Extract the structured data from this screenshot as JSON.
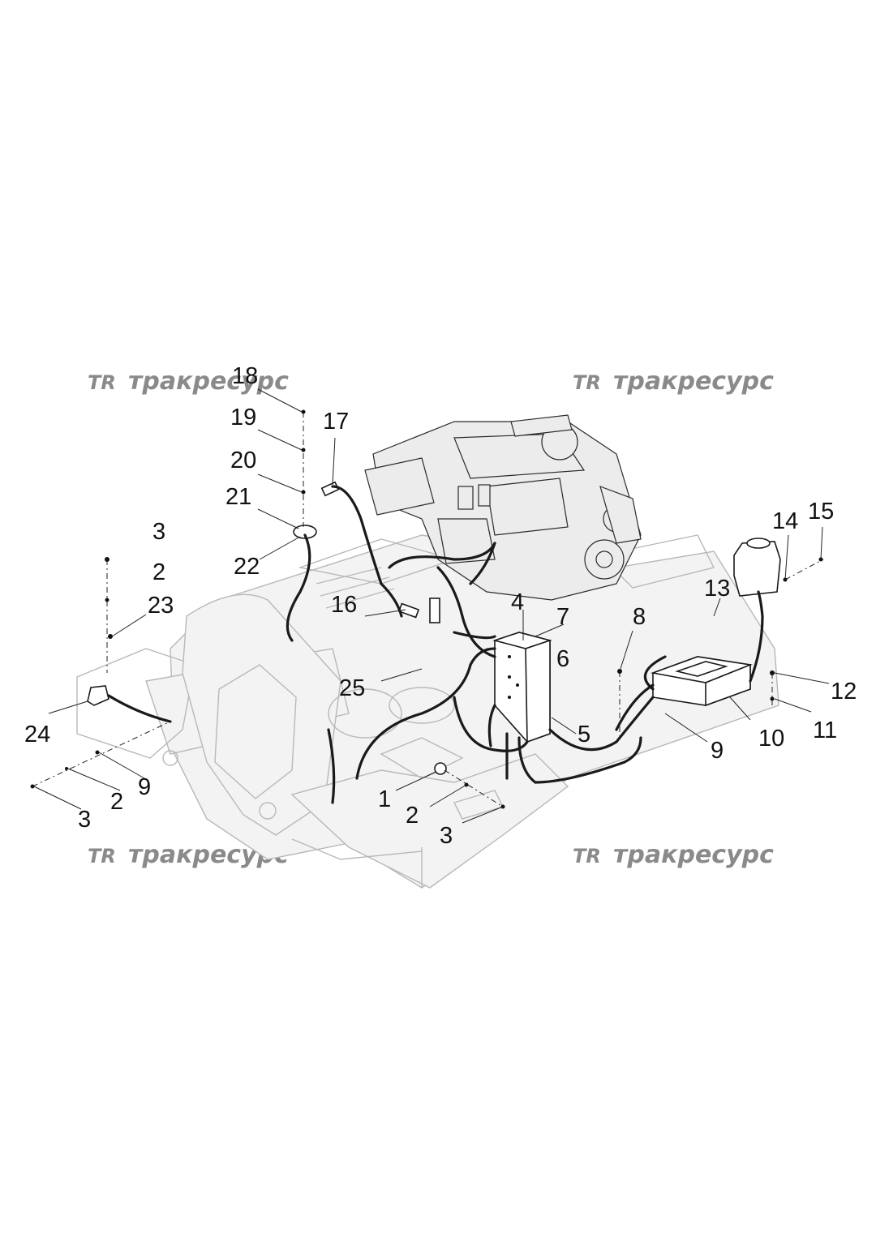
{
  "watermarks": [
    {
      "mark": "TR",
      "text": "тракресурс"
    },
    {
      "mark": "TR",
      "text": "тракресурс"
    },
    {
      "mark": "TR",
      "text": "тракресурс"
    },
    {
      "mark": "TR",
      "text": "тракресурс"
    }
  ],
  "callouts": [
    "18",
    "19",
    "20",
    "17",
    "21",
    "3",
    "22",
    "2",
    "23",
    "16",
    "4",
    "7",
    "8",
    "6",
    "12",
    "25",
    "14",
    "15",
    "13",
    "24",
    "5",
    "10",
    "11",
    "9",
    "9",
    "2",
    "1",
    "2",
    "3",
    "3"
  ],
  "colors": {
    "line": "#1a1a1a",
    "frame": "#b8b8b8",
    "watermark": "#8a8a8a"
  }
}
